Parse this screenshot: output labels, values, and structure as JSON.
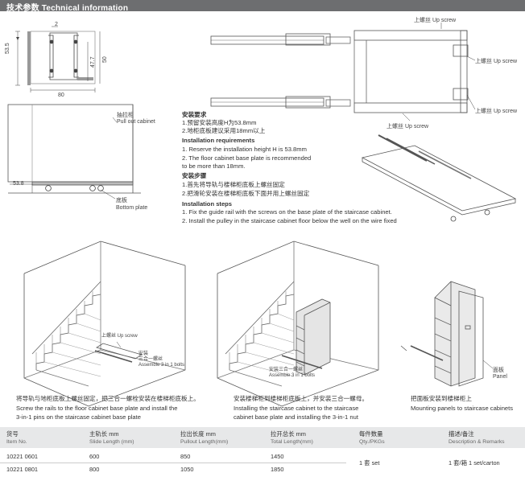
{
  "header": {
    "title": "技术参数 Technical information"
  },
  "dims": {
    "d2": "2",
    "d53_5": "53.5",
    "d47_7": "47.7",
    "d50": "50",
    "d80": "80",
    "d53_8": "53.8"
  },
  "labels": {
    "pullout_cn": "抽拉柜",
    "pullout_en": "Pull out cabinet",
    "bottom_cn": "底板",
    "bottom_en": "Bottom plate",
    "upscrew1": "上螺丝 Up screw",
    "upscrew2": "上螺丝 Up screw",
    "upscrew3": "上螺丝 Up screw",
    "upscrew4": "上螺丝 Up screw",
    "scene1_upscrew": "上螺丝 Up screw",
    "scene1_install_cn": "安装",
    "scene1_three_cn": "三合一螺丝",
    "scene1_three_en": "Assemble 3 in 1 bolts",
    "scene2_three_cn": "安装三合一螺丝",
    "scene2_three_en": "Assemble 3 in 1 bolts",
    "panel_cn": "面板",
    "panel_en": "Panel"
  },
  "instructions": {
    "req_cn_title": "安装要求",
    "req_cn_1": "1.预留安装高度H为53.8mm",
    "req_cn_2": "2.地柜底板建议采用18mm以上",
    "req_en_title": "Installation requirements",
    "req_en_1": "1. Reserve the installation height H is 53.8mm",
    "req_en_2a": "2. The floor cabinet base plate is recommended",
    "req_en_2b": "to be more than 18mm.",
    "steps_cn_title": "安装步骤",
    "steps_cn_1": "1.首先将导轨与楼梯柜底板上螺丝固定",
    "steps_cn_2": "2.把滑轮安装在楼梯柜底板下面并用上螺丝固定",
    "steps_en_title": "Installation steps",
    "steps_en_1": "1. Fix the guide rail with the screws on the base plate of the staircase cabinet.",
    "steps_en_2": "2. Install the pulley in the staircase cabinet floor below the well on the wire fixed"
  },
  "captions": {
    "c1_cn": "将导轨与地柜底板上螺丝固定，把三合一螺栓安装在楼梯柜底板上。",
    "c1_en1": "Screw the rails to the floor cabinet base plate and install the",
    "c1_en2": "3-in-1 pins on the staircase cabinet base plate",
    "c2_cn": "安装楼梯柜到楼梯柜底板上，并安装三合一螺母。",
    "c2_en1": "Installing the staircase cabinet to the staircase",
    "c2_en2": "cabinet base plate and installing the 3-in-1 nut",
    "c3_cn": "把面板安装到楼梯柜上",
    "c3_en": "Mounting panels to staircase cabinets"
  },
  "table": {
    "headers": [
      {
        "cn": "货号",
        "en": "Item No."
      },
      {
        "cn": "主轨长 mm",
        "en": "Slide Length (mm)"
      },
      {
        "cn": "拉出长度 mm",
        "en": "Pullout Length(mm)"
      },
      {
        "cn": "拉开总长 mm",
        "en": "Total Length(mm)"
      },
      {
        "cn": "每件数量",
        "en": "Qty./PKGs"
      },
      {
        "cn": "描述/备注",
        "en": "Description & Remarks"
      }
    ],
    "rows": [
      {
        "item": "10221 0601",
        "slide": "600",
        "pullout": "850",
        "total": "1450"
      },
      {
        "item": "10221 0801",
        "slide": "800",
        "pullout": "1050",
        "total": "1850"
      }
    ],
    "qty": "1 套   set",
    "remark": "1 套/箱   1 set/carton"
  }
}
